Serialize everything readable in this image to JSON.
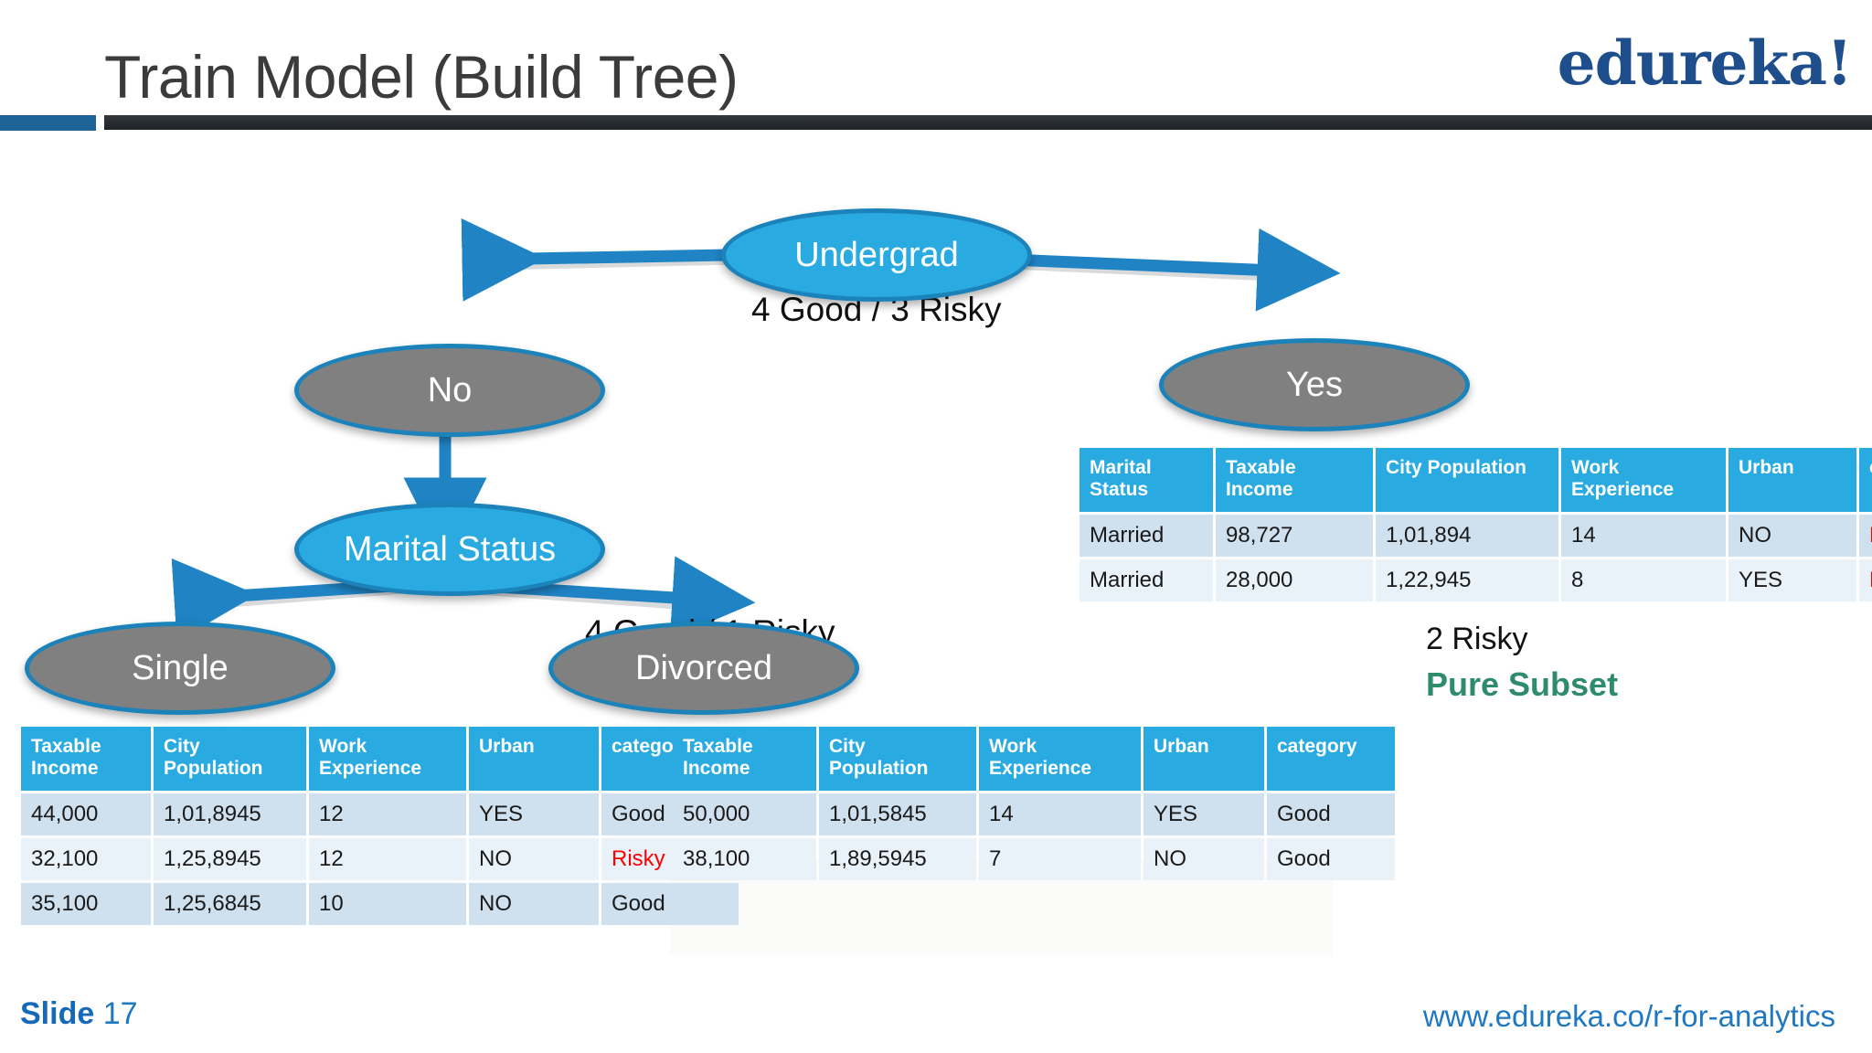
{
  "header": {
    "title": "Train Model (Build Tree)",
    "logo": "edureka!"
  },
  "tree": {
    "root": {
      "label": "Undergrad",
      "note": "4 Good / 3 Risky"
    },
    "left_branch": {
      "label": "No"
    },
    "right_branch": {
      "label": "Yes"
    },
    "split2": {
      "label": "Marital Status",
      "note": "4 Good / 1 Risky"
    },
    "leaf_left": {
      "label": "Single"
    },
    "leaf_right": {
      "label": "Divorced"
    }
  },
  "annotations": {
    "yes_count": "2 Risky",
    "yes_purity": "Pure Subset"
  },
  "tables": {
    "yes": {
      "headers": [
        "Marital Status",
        "Taxable Income",
        "City Population",
        "Work Experience",
        "Urban",
        "category"
      ],
      "rows": [
        [
          "Married",
          "98,727",
          "1,01,894",
          "14",
          "NO",
          "Risky"
        ],
        [
          "Married",
          "28,000",
          "1,22,945",
          "8",
          "YES",
          "Risky"
        ]
      ]
    },
    "single": {
      "headers": [
        "Taxable Income",
        "City Population",
        "Work Experience",
        "Urban",
        "category"
      ],
      "rows": [
        [
          "44,000",
          "1,01,8945",
          "12",
          "YES",
          "Good"
        ],
        [
          "32,100",
          "1,25,8945",
          "12",
          "NO",
          "Risky"
        ],
        [
          "35,100",
          "1,25,6845",
          "10",
          "NO",
          "Good"
        ]
      ]
    },
    "divorced": {
      "headers": [
        "Taxable Income",
        "City Population",
        "Work Experience",
        "Urban",
        "category"
      ],
      "rows": [
        [
          "50,000",
          "1,01,5845",
          "14",
          "YES",
          "Good"
        ],
        [
          "38,100",
          "1,89,5945",
          "7",
          "NO",
          "Good"
        ]
      ]
    }
  },
  "footer": {
    "slide_label": "Slide",
    "slide_number": "17",
    "url": "www.edureka.co/r-for-analytics"
  },
  "colors": {
    "node_blue": "#29abe2",
    "node_grey": "#808080",
    "node_border": "#1b82ba",
    "header_blue": "#29abe2",
    "risky_red": "#ff0000",
    "pure_green": "#2e8b6e",
    "accent_blue": "#1d6395",
    "logo_navy": "#1f4e8c",
    "link_blue": "#1f78c1"
  }
}
